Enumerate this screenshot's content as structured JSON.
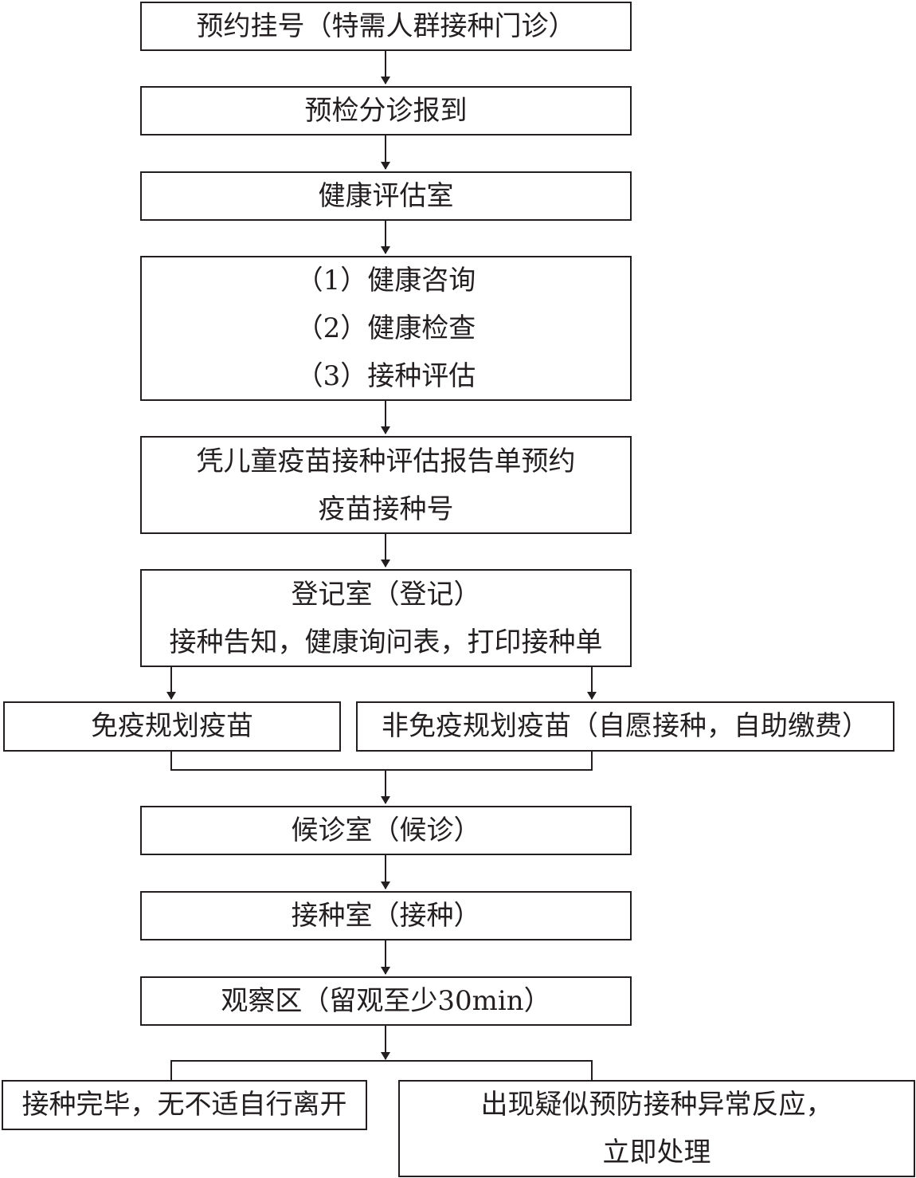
{
  "steps": {
    "appointment": "预约挂号（特需人群接种门诊）",
    "triage": "预检分诊报到",
    "assessment_room": "健康评估室",
    "assessment_items": [
      "（1）健康咨询",
      "（2）健康检查",
      "（3）接种评估"
    ],
    "booking": [
      "凭儿童疫苗接种评估报告单预约",
      "疫苗接种号"
    ],
    "registration": [
      "登记室（登记）",
      "接种告知，健康询问表，打印接种单"
    ],
    "waiting": "候诊室（候诊）",
    "vaccination": "接种室（接种）",
    "observation": "观察区（留观至少30min）"
  },
  "branches": {
    "nip_vaccine": "免疫规划疫苗",
    "non_nip_vaccine": "非免疫规划疫苗（自愿接种，自助缴费）",
    "leave": "接种完毕，无不适自行离开",
    "reaction": [
      "出现疑似预防接种异常反应，",
      "立即处理"
    ]
  }
}
